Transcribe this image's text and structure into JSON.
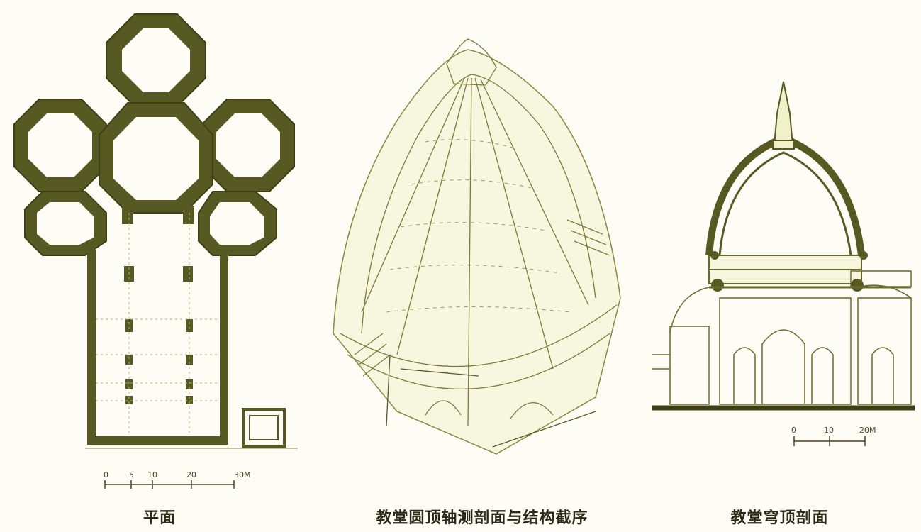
{
  "figures": [
    {
      "caption": "平面"
    },
    {
      "caption": "教堂圆顶轴测剖面与结构截序"
    },
    {
      "caption": "教堂穹顶剖面"
    }
  ],
  "plan_scale": {
    "ticks": [
      "0",
      "5",
      "10",
      "20",
      "30M"
    ]
  },
  "section_scale": {
    "ticks": [
      "0",
      "10",
      "20M"
    ]
  },
  "colors": {
    "background": "#fdfdf6",
    "wall_fill": "#565a22",
    "line": "#6b6a2a",
    "faint_line": "#c8c68a",
    "pale_fill": "#f7f6de"
  }
}
